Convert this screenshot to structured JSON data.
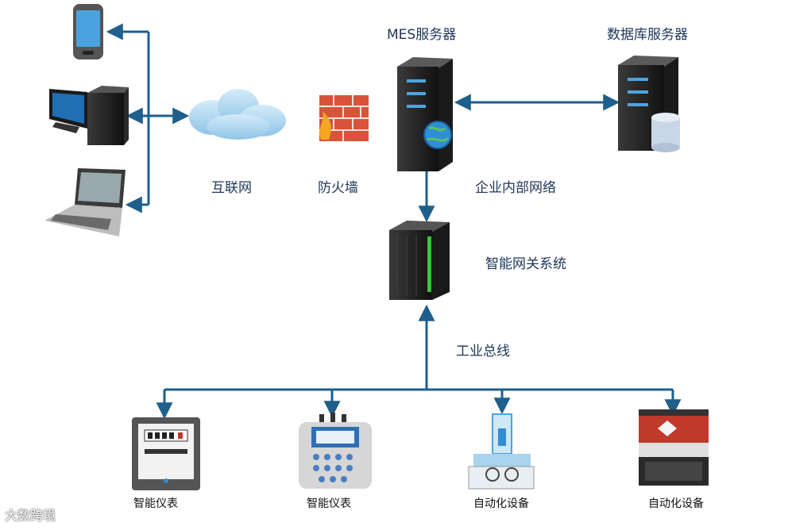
{
  "labels": {
    "internet": "互联网",
    "firewall": "防火墙",
    "mes_server": "MES服务器",
    "db_server": "数据库服务器",
    "intranet": "企业内部网络",
    "gateway": "智能网关系统",
    "fieldbus": "工业总线",
    "meter1": "智能仪表",
    "meter2": "智能仪表",
    "equip1": "自动化设备",
    "equip2": "自动化设备"
  },
  "watermark": "大数跨境",
  "colors": {
    "line": "#1f5f8b",
    "label": "#1d3557",
    "cloud": "#a9d3ee",
    "brick": "#d9533a",
    "server": "#262626",
    "gateway_led": "#3cc23c"
  },
  "icons": [
    "smartphone-icon",
    "desktop-icon",
    "laptop-icon",
    "cloud-icon",
    "firewall-icon",
    "server-icon",
    "database-server-icon",
    "gateway-cabinet-icon",
    "meter-icon",
    "instrument-icon",
    "machine-icon",
    "press-brake-icon"
  ]
}
